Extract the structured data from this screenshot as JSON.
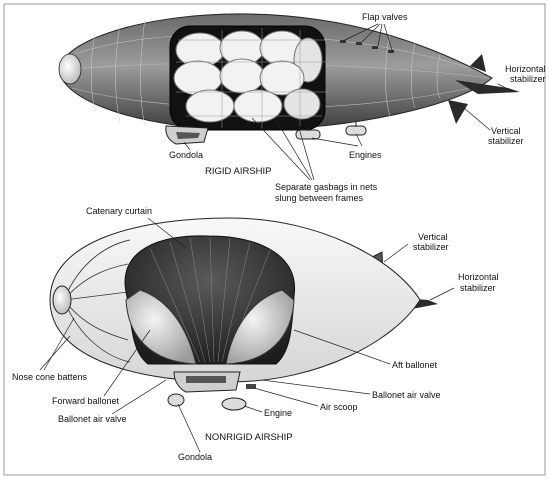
{
  "diagram": {
    "rigid": {
      "title": "RIGID AIRSHIP",
      "labels": {
        "flap_valves": "Flap valves",
        "horizontal_stabilizer_1": "Horizontal",
        "horizontal_stabilizer_2": "stabilizer",
        "vertical_stabilizer_1": "Vertical",
        "vertical_stabilizer_2": "stabilizer",
        "gondola": "Gondola",
        "engines": "Engines",
        "gasbags_1": "Separate gasbags in nets",
        "gasbags_2": "slung between frames"
      }
    },
    "nonrigid": {
      "title": "NONRIGID AIRSHIP",
      "labels": {
        "catenary_curtain": "Catenary curtain",
        "vertical_stabilizer_1": "Vertical",
        "vertical_stabilizer_2": "stabilizer",
        "horizontal_stabilizer_1": "Horizontal",
        "horizontal_stabilizer_2": "stabilizer",
        "nose_cone_battens": "Nose cone battens",
        "aft_ballonet": "Aft ballonet",
        "forward_ballonet": "Forward ballonet",
        "ballonet_air_valve_right": "Ballonet air valve",
        "ballonet_air_valve_left": "Ballonet air valve",
        "air_scoop": "Air scoop",
        "engine": "Engine",
        "gondola": "Gondola"
      }
    }
  },
  "colors": {
    "hull_dark": "#4a4a4a",
    "hull_light": "#e6e6e6",
    "gas_dark": "#2e2e2e",
    "border": "#9a9a9a"
  }
}
